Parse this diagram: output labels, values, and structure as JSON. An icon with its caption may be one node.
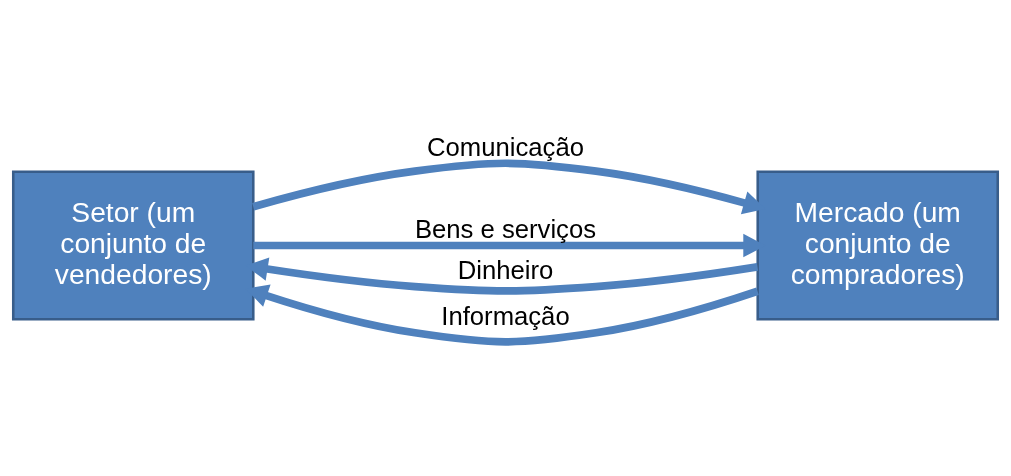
{
  "diagram": {
    "nodes": [
      {
        "text": [
          "Setor (um conjunto de vendedores)"
        ]
      },
      {
        "text": [
          "Mercado (um conjunto de compradores)"
        ]
      }
    ],
    "edges": [
      {
        "from": 0,
        "to": 1,
        "arrow": "to",
        "label": "Comunicação"
      },
      {
        "from": 0,
        "to": 1,
        "arrow": "to",
        "label": "Bens e serviços"
      },
      {
        "from": 1,
        "to": 0,
        "arrow": "to",
        "label": "Dinheiro"
      },
      {
        "from": 1,
        "to": 0,
        "arrow": "to",
        "label": "Informação"
      }
    ]
  }
}
